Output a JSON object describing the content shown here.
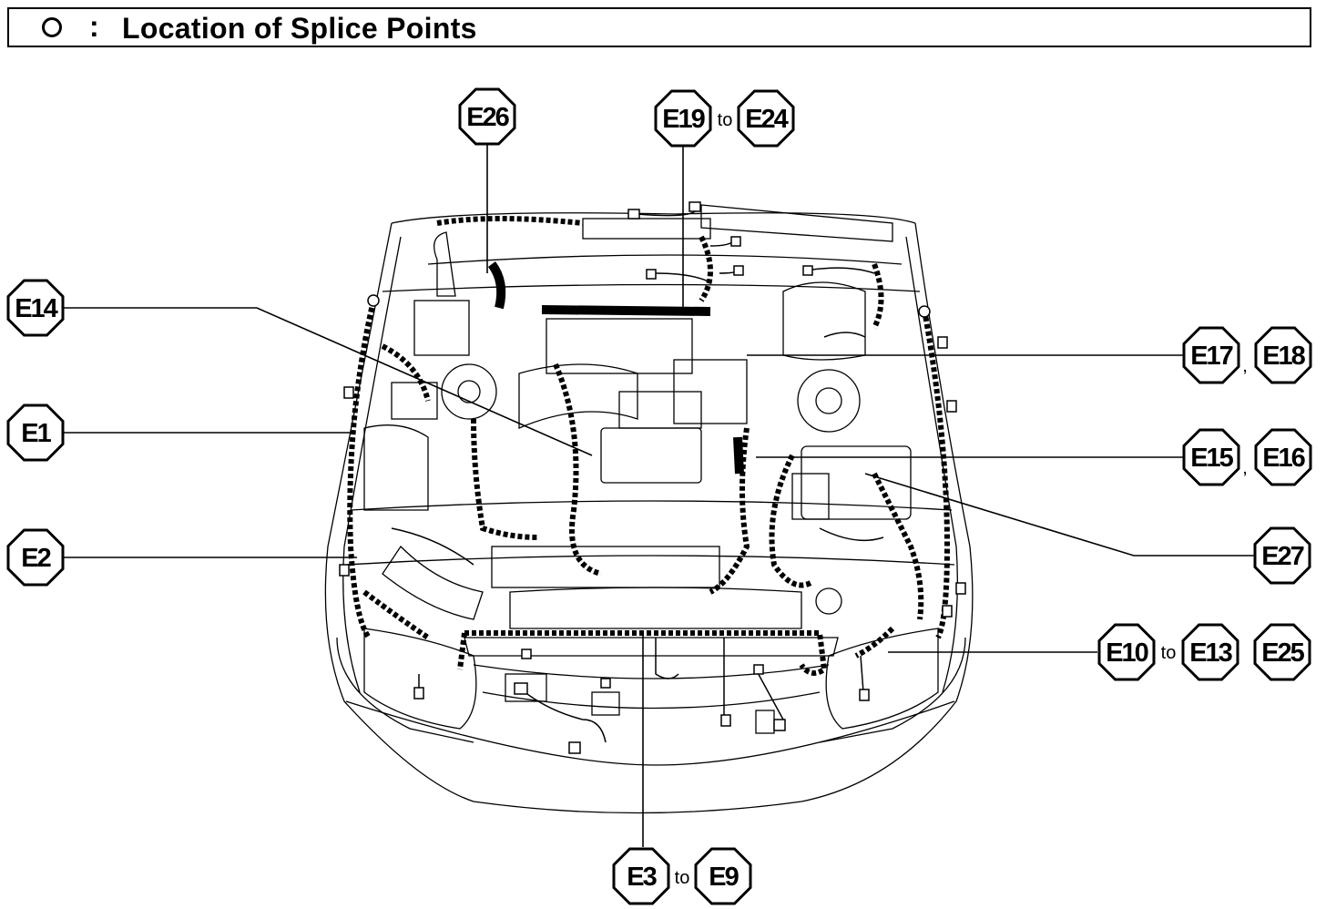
{
  "header": {
    "symbol": "circle-icon",
    "colon": ":",
    "title": "Location of Splice Points"
  },
  "labels": {
    "e26": "E26",
    "e19": "E19",
    "e24": "E24",
    "to_top": "to",
    "e14": "E14",
    "e1": "E1",
    "e2": "E2",
    "e17": "E17",
    "e18": "E18",
    "comma_1": ",",
    "e15": "E15",
    "e16": "E16",
    "comma_2": ",",
    "e27": "E27",
    "e10": "E10",
    "to_right": "to",
    "e13": "E13",
    "e25": "E25",
    "e3": "E3",
    "to_bottom": "to",
    "e9": "E9"
  }
}
